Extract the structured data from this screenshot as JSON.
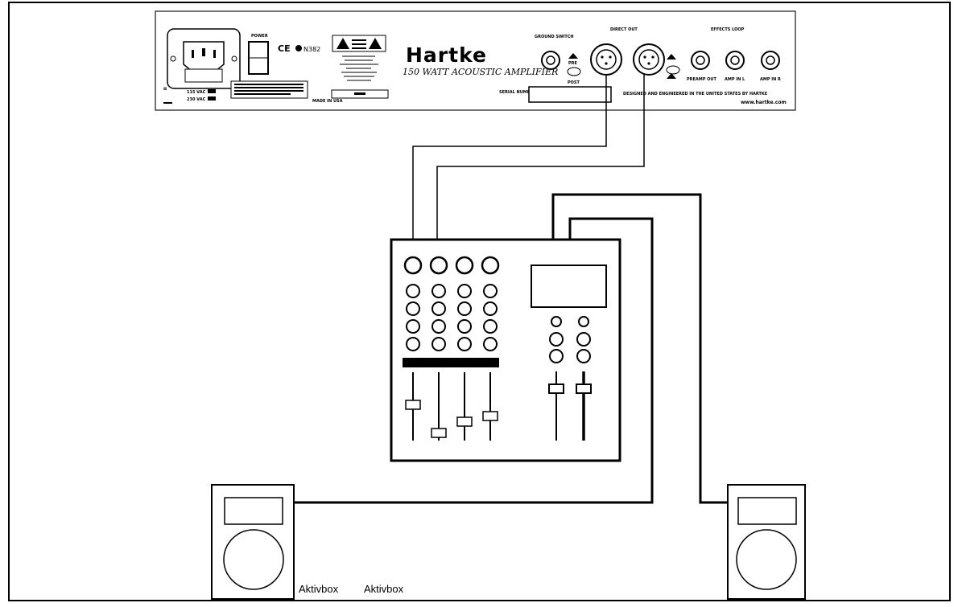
{
  "amplifier": {
    "brand": "Hartke",
    "model_line": "150 WATT ACOUSTIC AMPLIFIER",
    "power_label": "POWER",
    "ce_mark": "CE",
    "cert_code": "N382",
    "direct_out_label": "DIRECT OUT",
    "effects_loop_label": "EFFECTS LOOP",
    "ground_switch_label": "GROUND SWITCH",
    "pre_label": "PRE",
    "post_label": "POST",
    "preamp_out_label": "PREAMP OUT",
    "amp_in_l_label": "AMP IN L",
    "amp_in_r_label": "AMP IN R",
    "serial_label": "SERIAL NUMBER",
    "design_note": "DESIGNED AND ENGINEERED IN THE UNITED STATES BY HARTKE",
    "website": "www.hartke.com",
    "voltage_115": "115 VAC",
    "voltage_230": "230 VAC",
    "made_in": "MADE IN USA"
  },
  "speakers": {
    "left_caption": "Aktivbox",
    "right_caption": "Aktivbox"
  }
}
